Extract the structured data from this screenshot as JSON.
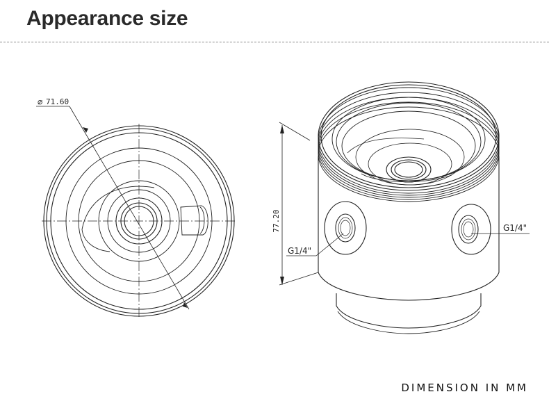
{
  "header": {
    "title": "Appearance size"
  },
  "dimensions": {
    "diameter": "71.60",
    "height": "77.20",
    "port_left": "G1/4\"",
    "port_right": "G1/4\""
  },
  "footer": {
    "units_note": "DIMENSION IN MM"
  }
}
